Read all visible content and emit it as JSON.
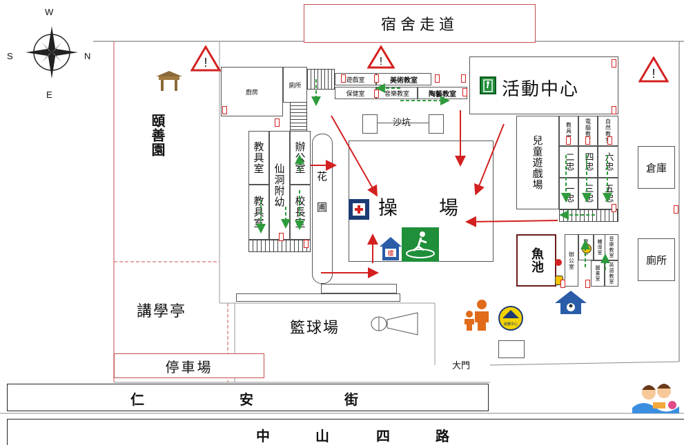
{
  "compass": {
    "n": "N",
    "s": "S",
    "e": "E",
    "w": "W"
  },
  "top_corridor": "宿舍走道",
  "gardens": {
    "yishan": "頤善園",
    "flower": "花圃"
  },
  "rooms": {
    "kitchen": "廚房",
    "toilet_top": "廁所",
    "playroom": "遊戲室",
    "art_room": "美術教室",
    "health_room": "保健室",
    "music_room": "音樂教室",
    "ceramic_room": "陶藝教室",
    "activity_center": "活動中心",
    "sandpit": "沙坑",
    "teaching_aids_1": "教具室",
    "teaching_aids_2": "教具室",
    "kindergarten": "仙洞附幼",
    "office": "辦公室",
    "principal": "校長室",
    "playground": "操　場",
    "kids_play": "兒童遊戲場",
    "aids_small": "教具室",
    "computer_room": "電腦教室",
    "nature_room": "自然教室",
    "class_2": "二忠",
    "class_4": "四忠",
    "class_6": "六忠",
    "class_1": "一忠",
    "class_3": "三忠",
    "class_5": "五忠",
    "warehouse": "倉庫",
    "toilet_right": "廁所",
    "fish_pond": "魚池",
    "office_2": "辦公室",
    "guard": "警衛室",
    "counsel": "輔導室",
    "library": "圖書室",
    "music2": "音樂教室",
    "english": "英語教室",
    "pavilion": "講學亭",
    "basketball": "籃球場",
    "parking": "停車場",
    "main_gate": "大門"
  },
  "streets": {
    "renan": [
      "仁",
      "安",
      "街"
    ],
    "zhongshan": [
      "中",
      "山",
      "四",
      "路"
    ]
  },
  "symbols": {
    "warning": "warning-triangle-icon",
    "fire_extinguisher": "fire-extinguisher-icon",
    "emergency_exit": "emergency-exit-icon",
    "first_aid": "first-aid-icon",
    "evacuation_point": "evacuation-point-icon",
    "shelter": "shelter-icon",
    "pavilion_icon": "pavilion-icon",
    "people": "people-icon",
    "school_logo": "school-logo-icon",
    "mascot": "kids-mascot-icon",
    "shelter_label": "避難中心"
  },
  "colors": {
    "evac_red": "#d32020",
    "exit_green": "#1f8f3a",
    "green_arrow": "#2e9b3c",
    "blue": "#2a5ca8"
  }
}
